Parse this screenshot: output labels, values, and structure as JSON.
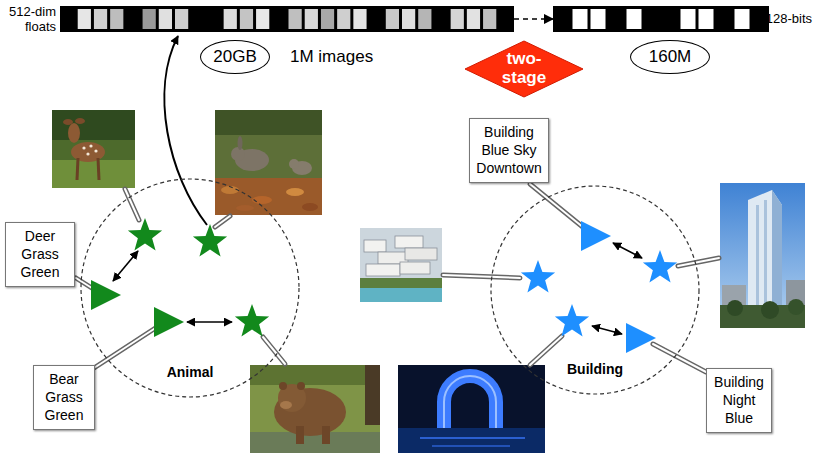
{
  "diagram": {
    "nodes": [
      {
        "text": [
          "512-dim floats"
        ]
      },
      {
        "text": [
          "128-bits"
        ]
      },
      {
        "text": [
          "20GB"
        ]
      },
      {
        "text": [
          "two-stage"
        ]
      },
      {
        "text": [
          "160M"
        ]
      },
      {
        "text": [
          "Building Blue Sky Downtown"
        ]
      },
      {
        "text": [
          "Deer Grass Green"
        ]
      },
      {
        "text": [
          "Animal"
        ]
      },
      {
        "text": [
          "Bear Grass Green"
        ]
      },
      {
        "text": [
          "Building"
        ]
      },
      {
        "text": [
          "Building Night Blue"
        ]
      }
    ],
    "edges": [
      {
        "from": 0,
        "to": 1,
        "arrow": "to"
      }
    ],
    "labels": [
      "1M images"
    ]
  }
}
